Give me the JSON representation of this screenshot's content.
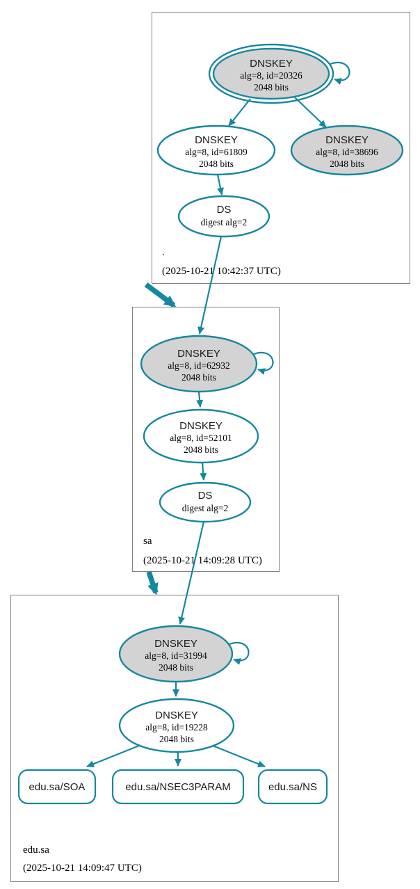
{
  "colors": {
    "edge_teal": "#15879e",
    "key_node_fill": "#d3d3d3",
    "plain_node_fill": "#ffffff",
    "zone_box_border": "#808080"
  },
  "zones": [
    {
      "label": ".",
      "timestamp": "(2025-10-21 10:42:37 UTC)",
      "ksk": {
        "title": "DNSKEY",
        "detail": "alg=8, id=20326",
        "bits": "2048 bits",
        "trust_anchor": true
      },
      "zsk": {
        "title": "DNSKEY",
        "detail": "alg=8, id=61809",
        "bits": "2048 bits"
      },
      "extra_key": {
        "title": "DNSKEY",
        "detail": "alg=8, id=38696",
        "bits": "2048 bits"
      },
      "ds": {
        "title": "DS",
        "detail": "digest alg=2"
      }
    },
    {
      "label": "sa",
      "timestamp": "(2025-10-21 14:09:28 UTC)",
      "ksk": {
        "title": "DNSKEY",
        "detail": "alg=8, id=62932",
        "bits": "2048 bits"
      },
      "zsk": {
        "title": "DNSKEY",
        "detail": "alg=8, id=52101",
        "bits": "2048 bits"
      },
      "ds": {
        "title": "DS",
        "detail": "digest alg=2"
      }
    },
    {
      "label": "edu.sa",
      "timestamp": "(2025-10-21 14:09:47 UTC)",
      "ksk": {
        "title": "DNSKEY",
        "detail": "alg=8, id=31994",
        "bits": "2048 bits"
      },
      "zsk": {
        "title": "DNSKEY",
        "detail": "alg=8, id=19228",
        "bits": "2048 bits"
      },
      "rrsets": [
        {
          "label": "edu.sa/SOA"
        },
        {
          "label": "edu.sa/NSEC3PARAM"
        },
        {
          "label": "edu.sa/NS"
        }
      ]
    }
  ]
}
